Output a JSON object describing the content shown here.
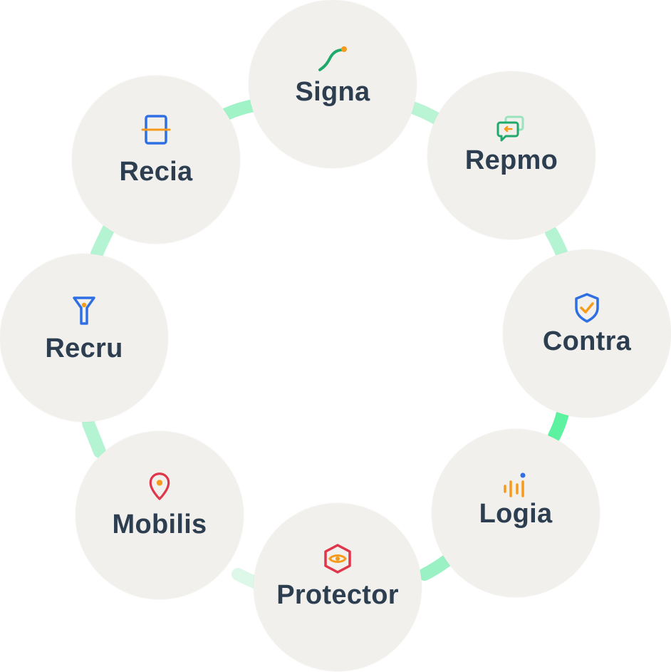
{
  "products": [
    {
      "key": "signa",
      "label": "Signa",
      "icon": "signature-curve-icon"
    },
    {
      "key": "repmo",
      "label": "Repmo",
      "icon": "chat-bubbles-icon"
    },
    {
      "key": "contra",
      "label": "Contra",
      "icon": "shield-check-icon"
    },
    {
      "key": "logia",
      "label": "Logia",
      "icon": "audio-bars-icon"
    },
    {
      "key": "protector",
      "label": "Protector",
      "icon": "hexagon-eye-icon"
    },
    {
      "key": "mobilis",
      "label": "Mobilis",
      "icon": "location-pin-icon"
    },
    {
      "key": "recru",
      "label": "Recru",
      "icon": "funnel-icon"
    },
    {
      "key": "recia",
      "label": "Recia",
      "icon": "scan-frame-icon"
    }
  ],
  "colors": {
    "circle_fill": "#f1f0ec",
    "label_text": "#2c3e50",
    "connector": "#5cf2a0",
    "blue": "#2f6fe4",
    "orange": "#f59a1b",
    "green": "#1fa96b",
    "red": "#e0364b"
  }
}
